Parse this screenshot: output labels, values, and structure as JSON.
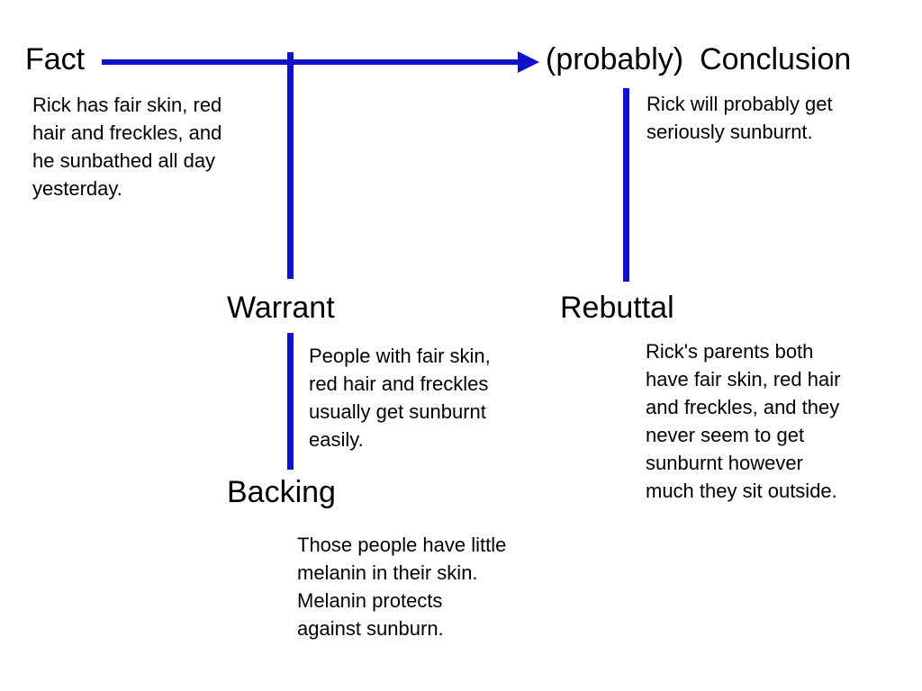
{
  "fact": {
    "label": "Fact",
    "text": "Rick has fair skin, red\nhair and freckles, and\nhe sunbathed all day\nyesterday."
  },
  "conclusion": {
    "qualifier": "(probably)",
    "label": "Conclusion",
    "text": "Rick will probably get\nseriously sunburnt."
  },
  "warrant": {
    "label": "Warrant",
    "text": "People with fair skin,\nred hair and freckles\nusually get sunburnt\neasily."
  },
  "backing": {
    "label": "Backing",
    "text": "Those people have little\nmelanin in their skin.\nMelanin protects\nagainst sunburn."
  },
  "rebuttal": {
    "label": "Rebuttal",
    "text": "Rick's parents both\nhave fair skin, red hair\nand freckles, and they\nnever seem to get\nsunburnt however\nmuch they sit outside."
  },
  "colors": {
    "line": "#1111cc",
    "text": "#000000",
    "background": "#ffffff"
  }
}
